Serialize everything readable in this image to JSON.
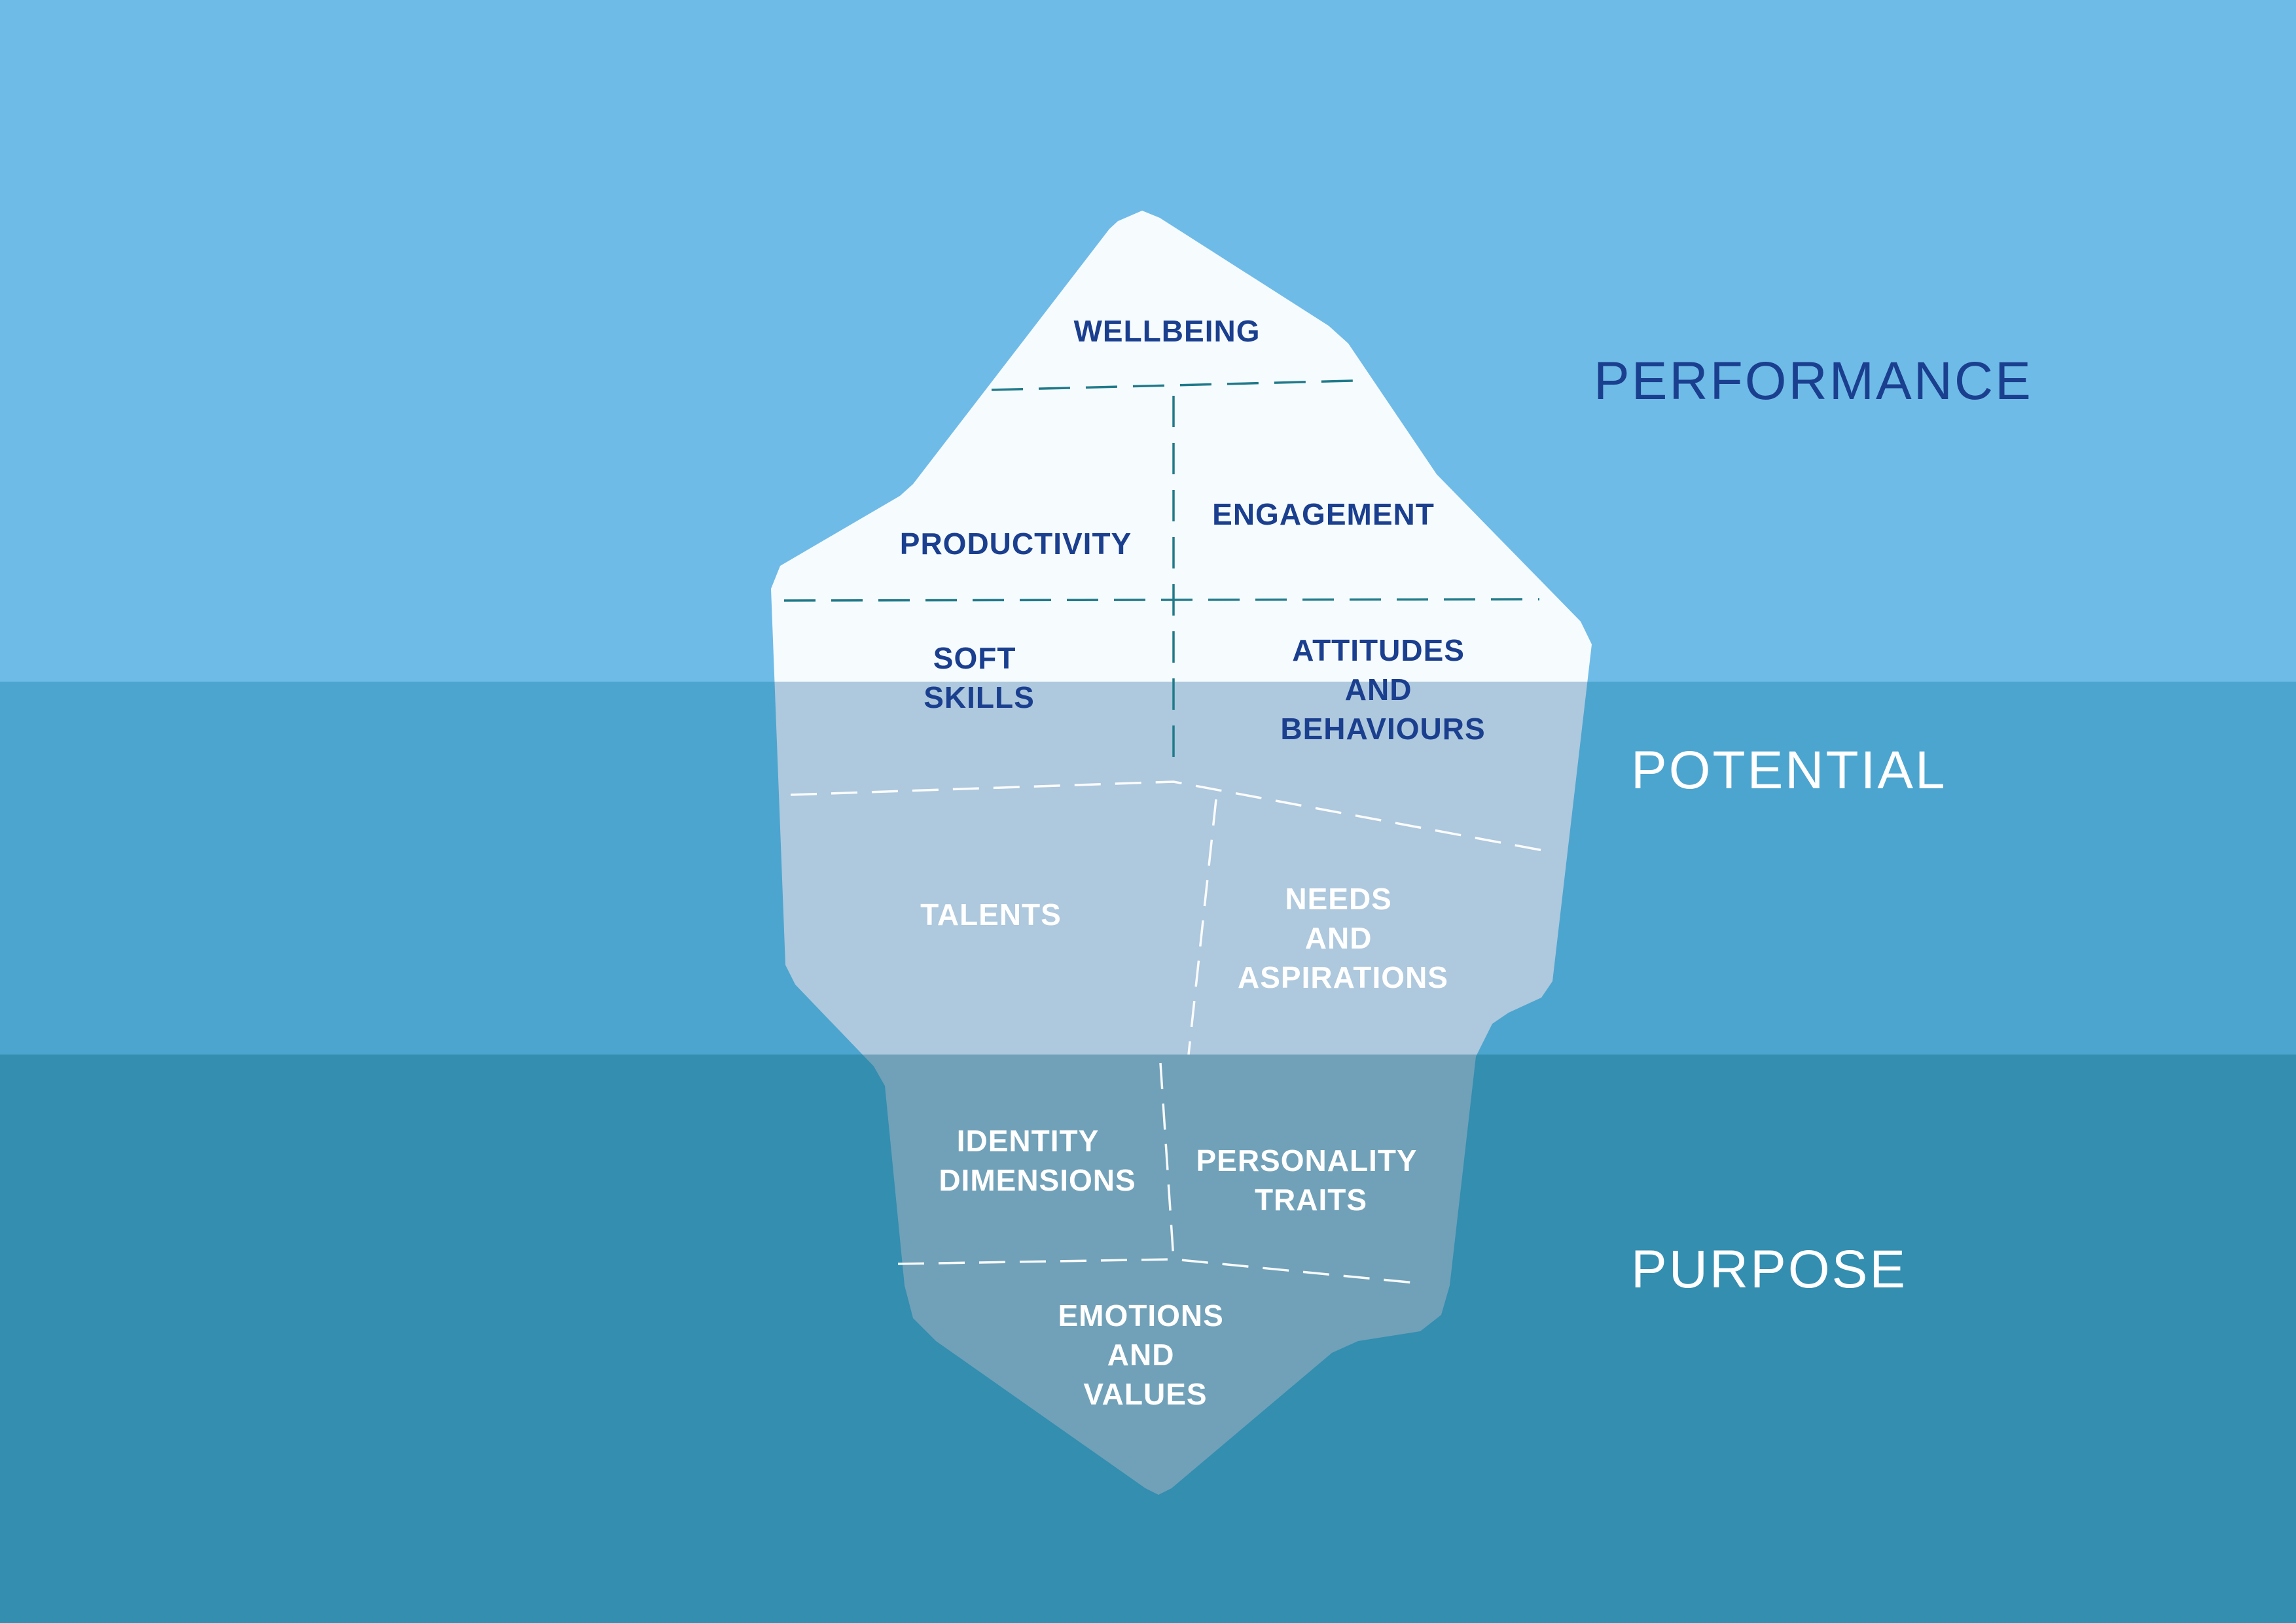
{
  "colors": {
    "band_top": "#6fbbe8",
    "band_middle": "#4ca5cf",
    "band_bottom": "#338eb0",
    "iceberg_above": "#f6fbfe",
    "iceberg_middle": "#aec8dd",
    "iceberg_bottom": "#70a1b8",
    "text_dark": "#1b3f8f",
    "text_light": "#ffffff"
  },
  "zones": {
    "performance": "PERFORMANCE",
    "potential": "POTENTIAL",
    "purpose": "PURPOSE"
  },
  "segments": {
    "wellbeing": [
      "WELLBEING"
    ],
    "productivity": [
      "PRODUCTIVITY"
    ],
    "engagement": [
      "ENGAGEMENT"
    ],
    "soft_skills": [
      "SOFT",
      "SKILLS"
    ],
    "attitudes": [
      "ATTITUDES",
      "AND",
      "BEHAVIOURS"
    ],
    "talents": [
      "TALENTS"
    ],
    "needs": [
      "NEEDS",
      "AND",
      "ASPIRATIONS"
    ],
    "identity": [
      "IDENTITY",
      "DIMENSIONS"
    ],
    "personality": [
      "PERSONALITY",
      "TRAITS"
    ],
    "emotions": [
      "EMOTIONS",
      "AND",
      "VALUES"
    ]
  }
}
